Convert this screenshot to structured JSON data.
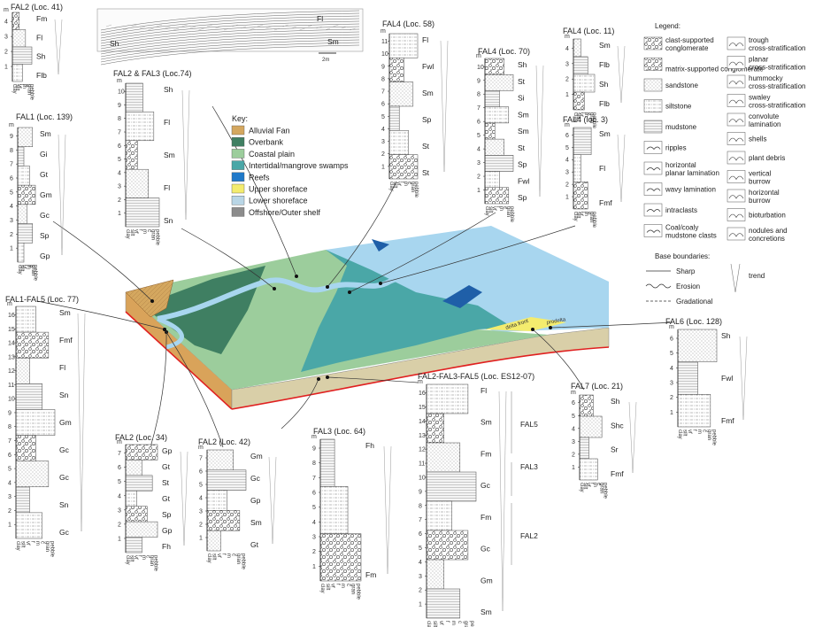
{
  "key": {
    "title": "Key:",
    "items": [
      {
        "label": "Alluvial Fan",
        "color": "#d4a75f"
      },
      {
        "label": "Overbank",
        "color": "#3f7f62"
      },
      {
        "label": "Coastal plain",
        "color": "#9ccd9c"
      },
      {
        "label": "Intertidal/mangrove swamps",
        "color": "#4aa7a7"
      },
      {
        "label": "Reefs",
        "color": "#1f79c9"
      },
      {
        "label": "Upper shoreface",
        "color": "#f4ec6e"
      },
      {
        "label": "Lower shoreface",
        "color": "#b9d6e6"
      },
      {
        "label": "Offshore/Outer shelf",
        "color": "#8c8c8c"
      }
    ]
  },
  "legend": {
    "title": "Legend:",
    "left": [
      "clast-supported conglomerate",
      "matrix-supported conglomerate",
      "sandstone",
      "siltstone",
      "mudstone",
      "ripples",
      "horizontal planar lamination",
      "wavy lamination",
      "intraclasts",
      "Coal/coaly mudstone clasts"
    ],
    "right": [
      "trough cross-stratification",
      "planar cross-stratification",
      "hummocky cross-stratification",
      "swaley cross-stratification",
      "convolute lamination",
      "shells",
      "plant debris",
      "vertical burrow",
      "horizontal burrow",
      "bioturbation",
      "nodules and concretions"
    ],
    "trend_label": "trend",
    "base_title": "Base boundaries:",
    "base": [
      "Sharp",
      "Erosion",
      "Gradational"
    ]
  },
  "block": {
    "delta_front": "delta front",
    "prodelta": "prodelta"
  },
  "panorama": {
    "labels": [
      "Fl",
      "Sm",
      "Sh"
    ],
    "scale": "2m"
  },
  "unit_m": "m",
  "grain_labels": [
    "clay",
    "silt",
    "vf",
    "f",
    "m",
    "c",
    "gran",
    "pebble"
  ],
  "logs": [
    {
      "id": "log-fal2-41",
      "title": "FAL2 (Loc. 41)",
      "ticks": [
        "1",
        "2",
        "3",
        "4"
      ],
      "facies": [
        "Fm",
        "Fl",
        "Sh",
        "Flb"
      ]
    },
    {
      "id": "log-fal1-139",
      "title": "FAL1 (Loc. 139)",
      "ticks": [
        "1",
        "2",
        "3",
        "4",
        "5",
        "6",
        "7",
        "8",
        "9"
      ],
      "facies": [
        "Sm",
        "Gi",
        "Gt",
        "Gm",
        "Gc",
        "Sp",
        "Gp"
      ]
    },
    {
      "id": "log-fal2-fal3-74",
      "title": "FAL2 & FAL3 (Loc.74)",
      "ticks": [
        "1",
        "2",
        "3",
        "4",
        "5",
        "6",
        "7",
        "8",
        "9",
        "10"
      ],
      "facies": [
        "Sh",
        "Fl",
        "Sm",
        "Fl",
        "Sn"
      ]
    },
    {
      "id": "log-fal4-58",
      "title": "FAL4 (Loc. 58)",
      "ticks": [
        "1",
        "2",
        "3",
        "4",
        "5",
        "6",
        "7",
        "8",
        "9",
        "10",
        "11"
      ],
      "facies": [
        "Fl",
        "Fwl",
        "Sm",
        "Sp",
        "St",
        "St"
      ]
    },
    {
      "id": "log-fal4-70",
      "title": "FAL4 (Loc. 70)",
      "ticks": [
        "1",
        "2",
        "3",
        "4",
        "5",
        "6",
        "7",
        "8",
        "9",
        "10"
      ],
      "facies": [
        "Sh",
        "St",
        "Si",
        "Sm",
        "Sm",
        "St",
        "Sp",
        "Fwl",
        "Sp"
      ]
    },
    {
      "id": "log-fal4-11",
      "title": "FAL4 (Loc. 11)",
      "ticks": [
        "1",
        "2",
        "3",
        "4"
      ],
      "facies": [
        "Sm",
        "Flb",
        "Sh",
        "Flb"
      ]
    },
    {
      "id": "log-fal4-3",
      "title": "FAL4 (loc. 3)",
      "ticks": [
        "1",
        "2",
        "3",
        "4",
        "5",
        "6"
      ],
      "facies": [
        "Sm",
        "Fl",
        "Fmf"
      ]
    },
    {
      "id": "log-fal1-fal5-77",
      "title": "FAL1-FAL5 (Loc. 77)",
      "ticks": [
        "1",
        "2",
        "3",
        "4",
        "5",
        "6",
        "7",
        "8",
        "9",
        "10",
        "11",
        "12",
        "13",
        "14",
        "15",
        "16"
      ],
      "facies": [
        "Sm",
        "Fmf",
        "Fl",
        "Sn",
        "Gm",
        "Gc",
        "Gc",
        "Sn",
        "Gc"
      ]
    },
    {
      "id": "log-fal2-34",
      "title": "FAL2 (Loc. 34)",
      "ticks": [
        "1",
        "2",
        "3",
        "4",
        "5",
        "6",
        "7"
      ],
      "facies": [
        "Gp",
        "Gt",
        "St",
        "Gt",
        "Sp",
        "Gp",
        "Fh"
      ]
    },
    {
      "id": "log-fal2-42",
      "title": "FAL2 (Loc. 42)",
      "ticks": [
        "1",
        "2",
        "3",
        "4",
        "5",
        "6",
        "7"
      ],
      "facies": [
        "Gm",
        "Gc",
        "Gp",
        "Sm",
        "Gt"
      ]
    },
    {
      "id": "log-fal3-64",
      "title": "FAL3 (Loc. 64)",
      "ticks": [
        "1",
        "2",
        "3",
        "4",
        "5",
        "6",
        "7",
        "8",
        "9"
      ],
      "facies": [
        "Fh",
        "Fm"
      ]
    },
    {
      "id": "log-fal2-fal3-fal5",
      "title": "FAL2-FAL3-FAL5 (Loc. ES12-07)",
      "ticks": [
        "1",
        "2",
        "3",
        "4",
        "5",
        "6",
        "7",
        "8",
        "9",
        "10",
        "11",
        "12",
        "13",
        "14",
        "15",
        "16"
      ],
      "facies": [
        "Fl",
        "Sm",
        "Fm",
        "Gc",
        "Fm",
        "Gc",
        "Gm",
        "Sm"
      ],
      "units": [
        "FAL5",
        "FAL3",
        "FAL2"
      ]
    },
    {
      "id": "log-fal7-21",
      "title": "FAL7 (Loc. 21)",
      "ticks": [
        "1",
        "2",
        "3",
        "4",
        "5",
        "6"
      ],
      "facies": [
        "Sh",
        "Shc",
        "Sr",
        "Fmf"
      ]
    },
    {
      "id": "log-fal6-128",
      "title": "FAL6 (Loc. 128)",
      "ticks": [
        "1",
        "2",
        "3",
        "4",
        "5",
        "6"
      ],
      "facies": [
        "Sh",
        "Fwl",
        "Fmf"
      ]
    }
  ]
}
